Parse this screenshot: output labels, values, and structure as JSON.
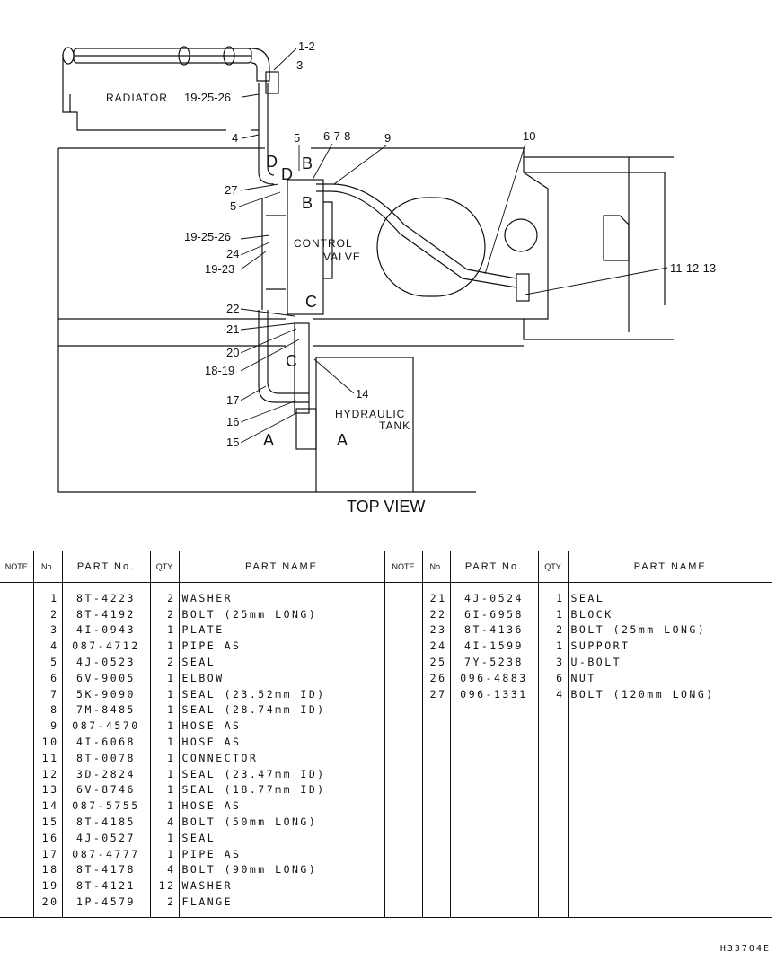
{
  "diagram": {
    "labels": {
      "radiator": "RADIATOR",
      "control": "CONTROL",
      "valve": "VALVE",
      "hydraulic": "HYDRAULIC",
      "tank": "TANK",
      "top_view": "TOP VIEW"
    },
    "callouts": {
      "c1_2": "1-2",
      "c3": "3",
      "c19_25_26_a": "19-25-26",
      "c4": "4",
      "c5_top": "5",
      "c6_7_8": "6-7-8",
      "c9": "9",
      "c10": "10",
      "c27": "27",
      "c5_mid": "5",
      "c19_25_26_b": "19-25-26",
      "c24": "24",
      "c19_23": "19-23",
      "c11_12_13": "11-12-13",
      "c22": "22",
      "c21": "21",
      "c20": "20",
      "c18_19": "18-19",
      "c17": "17",
      "c14": "14",
      "c16": "16",
      "c15": "15"
    },
    "letters": {
      "d1": "D",
      "d2": "D",
      "b1": "B",
      "b2": "B",
      "c1": "C",
      "c2": "C",
      "a1": "A",
      "a2": "A"
    }
  },
  "table": {
    "headers": {
      "note": "NOTE",
      "no": "No.",
      "part_no": "PART No.",
      "qty": "QTY",
      "part_name": "PART NAME"
    },
    "left": [
      {
        "no": "1",
        "part_no": "8T-4223",
        "qty": "2",
        "name": "WASHER"
      },
      {
        "no": "2",
        "part_no": "8T-4192",
        "qty": "2",
        "name": "BOLT (25mm LONG)"
      },
      {
        "no": "3",
        "part_no": "4I-0943",
        "qty": "1",
        "name": "PLATE"
      },
      {
        "no": "4",
        "part_no": "087-4712",
        "qty": "1",
        "name": "PIPE AS"
      },
      {
        "no": "5",
        "part_no": "4J-0523",
        "qty": "2",
        "name": "SEAL"
      },
      {
        "no": "6",
        "part_no": "6V-9005",
        "qty": "1",
        "name": "ELBOW"
      },
      {
        "no": "7",
        "part_no": "5K-9090",
        "qty": "1",
        "name": "SEAL (23.52mm ID)"
      },
      {
        "no": "8",
        "part_no": "7M-8485",
        "qty": "1",
        "name": "SEAL (28.74mm ID)"
      },
      {
        "no": "9",
        "part_no": "087-4570",
        "qty": "1",
        "name": "HOSE AS"
      },
      {
        "no": "10",
        "part_no": "4I-6068",
        "qty": "1",
        "name": "HOSE AS"
      },
      {
        "no": "11",
        "part_no": "8T-0078",
        "qty": "1",
        "name": "CONNECTOR"
      },
      {
        "no": "12",
        "part_no": "3D-2824",
        "qty": "1",
        "name": "SEAL (23.47mm ID)"
      },
      {
        "no": "13",
        "part_no": "6V-8746",
        "qty": "1",
        "name": "SEAL (18.77mm ID)"
      },
      {
        "no": "14",
        "part_no": "087-5755",
        "qty": "1",
        "name": "HOSE AS"
      },
      {
        "no": "15",
        "part_no": "8T-4185",
        "qty": "4",
        "name": "BOLT (50mm LONG)"
      },
      {
        "no": "16",
        "part_no": "4J-0527",
        "qty": "1",
        "name": "SEAL"
      },
      {
        "no": "17",
        "part_no": "087-4777",
        "qty": "1",
        "name": "PIPE AS"
      },
      {
        "no": "18",
        "part_no": "8T-4178",
        "qty": "4",
        "name": "BOLT (90mm LONG)"
      },
      {
        "no": "19",
        "part_no": "8T-4121",
        "qty": "12",
        "name": "WASHER"
      },
      {
        "no": "20",
        "part_no": "1P-4579",
        "qty": "2",
        "name": "FLANGE"
      }
    ],
    "right": [
      {
        "no": "21",
        "part_no": "4J-0524",
        "qty": "1",
        "name": "SEAL"
      },
      {
        "no": "22",
        "part_no": "6I-6958",
        "qty": "1",
        "name": "BLOCK"
      },
      {
        "no": "23",
        "part_no": "8T-4136",
        "qty": "2",
        "name": "BOLT (25mm LONG)"
      },
      {
        "no": "24",
        "part_no": "4I-1599",
        "qty": "1",
        "name": "SUPPORT"
      },
      {
        "no": "25",
        "part_no": "7Y-5238",
        "qty": "3",
        "name": "U-BOLT"
      },
      {
        "no": "26",
        "part_no": "096-4883",
        "qty": "6",
        "name": "NUT"
      },
      {
        "no": "27",
        "part_no": "096-1331",
        "qty": "4",
        "name": "BOLT (120mm LONG)"
      }
    ]
  },
  "drawing_id": "H33704E"
}
